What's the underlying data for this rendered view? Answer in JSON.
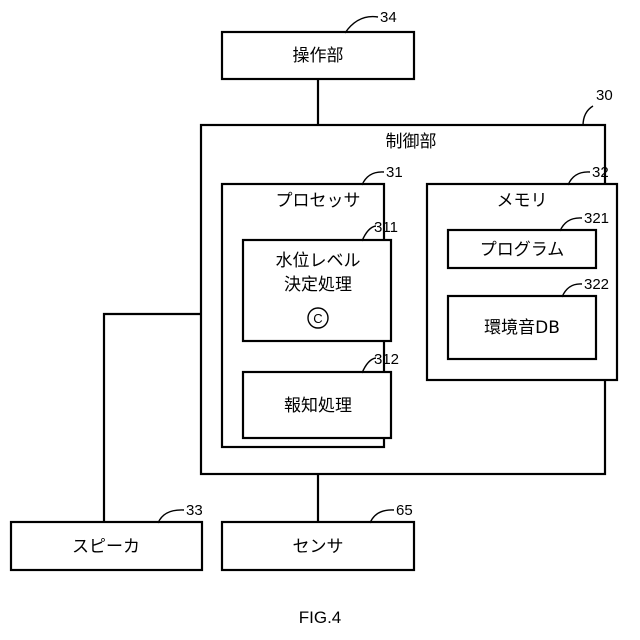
{
  "figure": {
    "caption": "FIG.4"
  },
  "nodes": {
    "operation_unit": {
      "label": "操作部",
      "ref": "34"
    },
    "control_unit": {
      "label": "制御部",
      "ref": "30"
    },
    "processor": {
      "label": "プロセッサ",
      "ref": "31"
    },
    "memory": {
      "label": "メモリ",
      "ref": "32"
    },
    "water_level_process": {
      "label_line1": "水位レベル",
      "label_line2": "決定処理",
      "marker": "C",
      "ref": "311"
    },
    "notification_process": {
      "label": "報知処理",
      "ref": "312"
    },
    "program": {
      "label": "プログラム",
      "ref": "321"
    },
    "env_sound_db": {
      "label": "環境音DB",
      "ref": "322"
    },
    "speaker": {
      "label": "スピーカ",
      "ref": "33"
    },
    "sensor": {
      "label": "センサ",
      "ref": "65"
    }
  }
}
